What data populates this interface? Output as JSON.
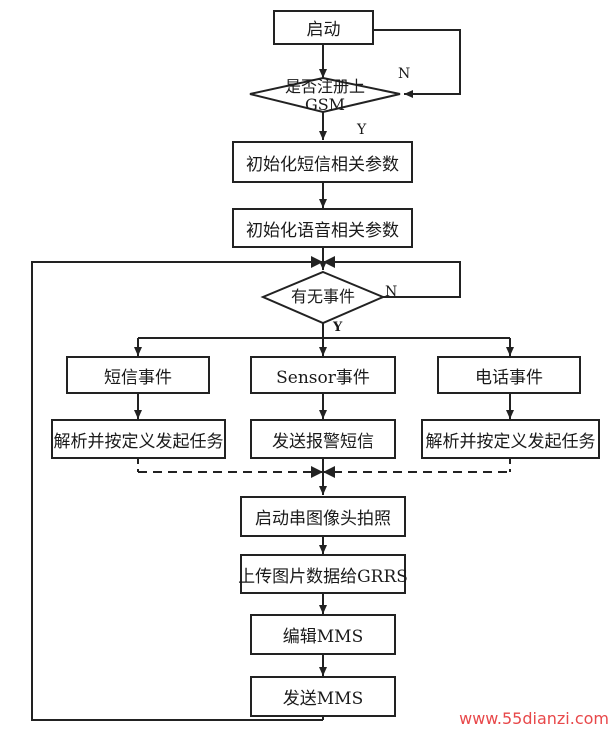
{
  "nodes": {
    "start": "启动",
    "decision_gsm": "是否注册上 GSM",
    "init_sms": "初始化短信相关参数",
    "init_voice": "初始化语音相关参数",
    "decision_event": "有无事件",
    "sms_event": "短信事件",
    "sensor_event": "Sensor事件",
    "phone_event": "电话事件",
    "parse_left": "解析并按定义发起任务",
    "send_alarm": "发送报警短信",
    "parse_right": "解析并按定义发起任务",
    "start_camera": "启动串图像头拍照",
    "upload": "上传图片数据给GRRS",
    "edit_mms": "编辑MMS",
    "send_mms": "发送MMS"
  },
  "labels": {
    "gsm_no": "N",
    "gsm_yes": "Y",
    "event_no": "N",
    "event_yes": "Y"
  },
  "watermark": "www.55dianzi.com",
  "colors": {
    "line": "#222222",
    "watermark": "#e8484a"
  }
}
